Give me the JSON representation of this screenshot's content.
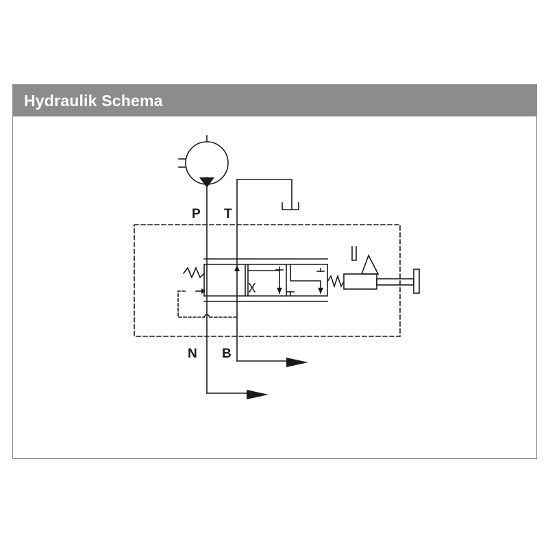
{
  "panel": {
    "title": "Hydraulik Schema"
  },
  "ports": {
    "P": "P",
    "T": "T",
    "N": "N",
    "B": "B"
  },
  "colors": {
    "header": "#8c8c8c",
    "border": "#8c8c8c",
    "line": "#1a1a1a"
  }
}
